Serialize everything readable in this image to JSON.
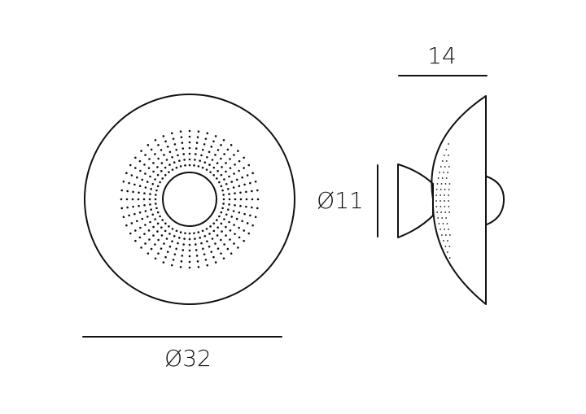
{
  "dimensions": {
    "diameter_total": "Ø32",
    "depth": "14",
    "diameter_base": "Ø11"
  }
}
